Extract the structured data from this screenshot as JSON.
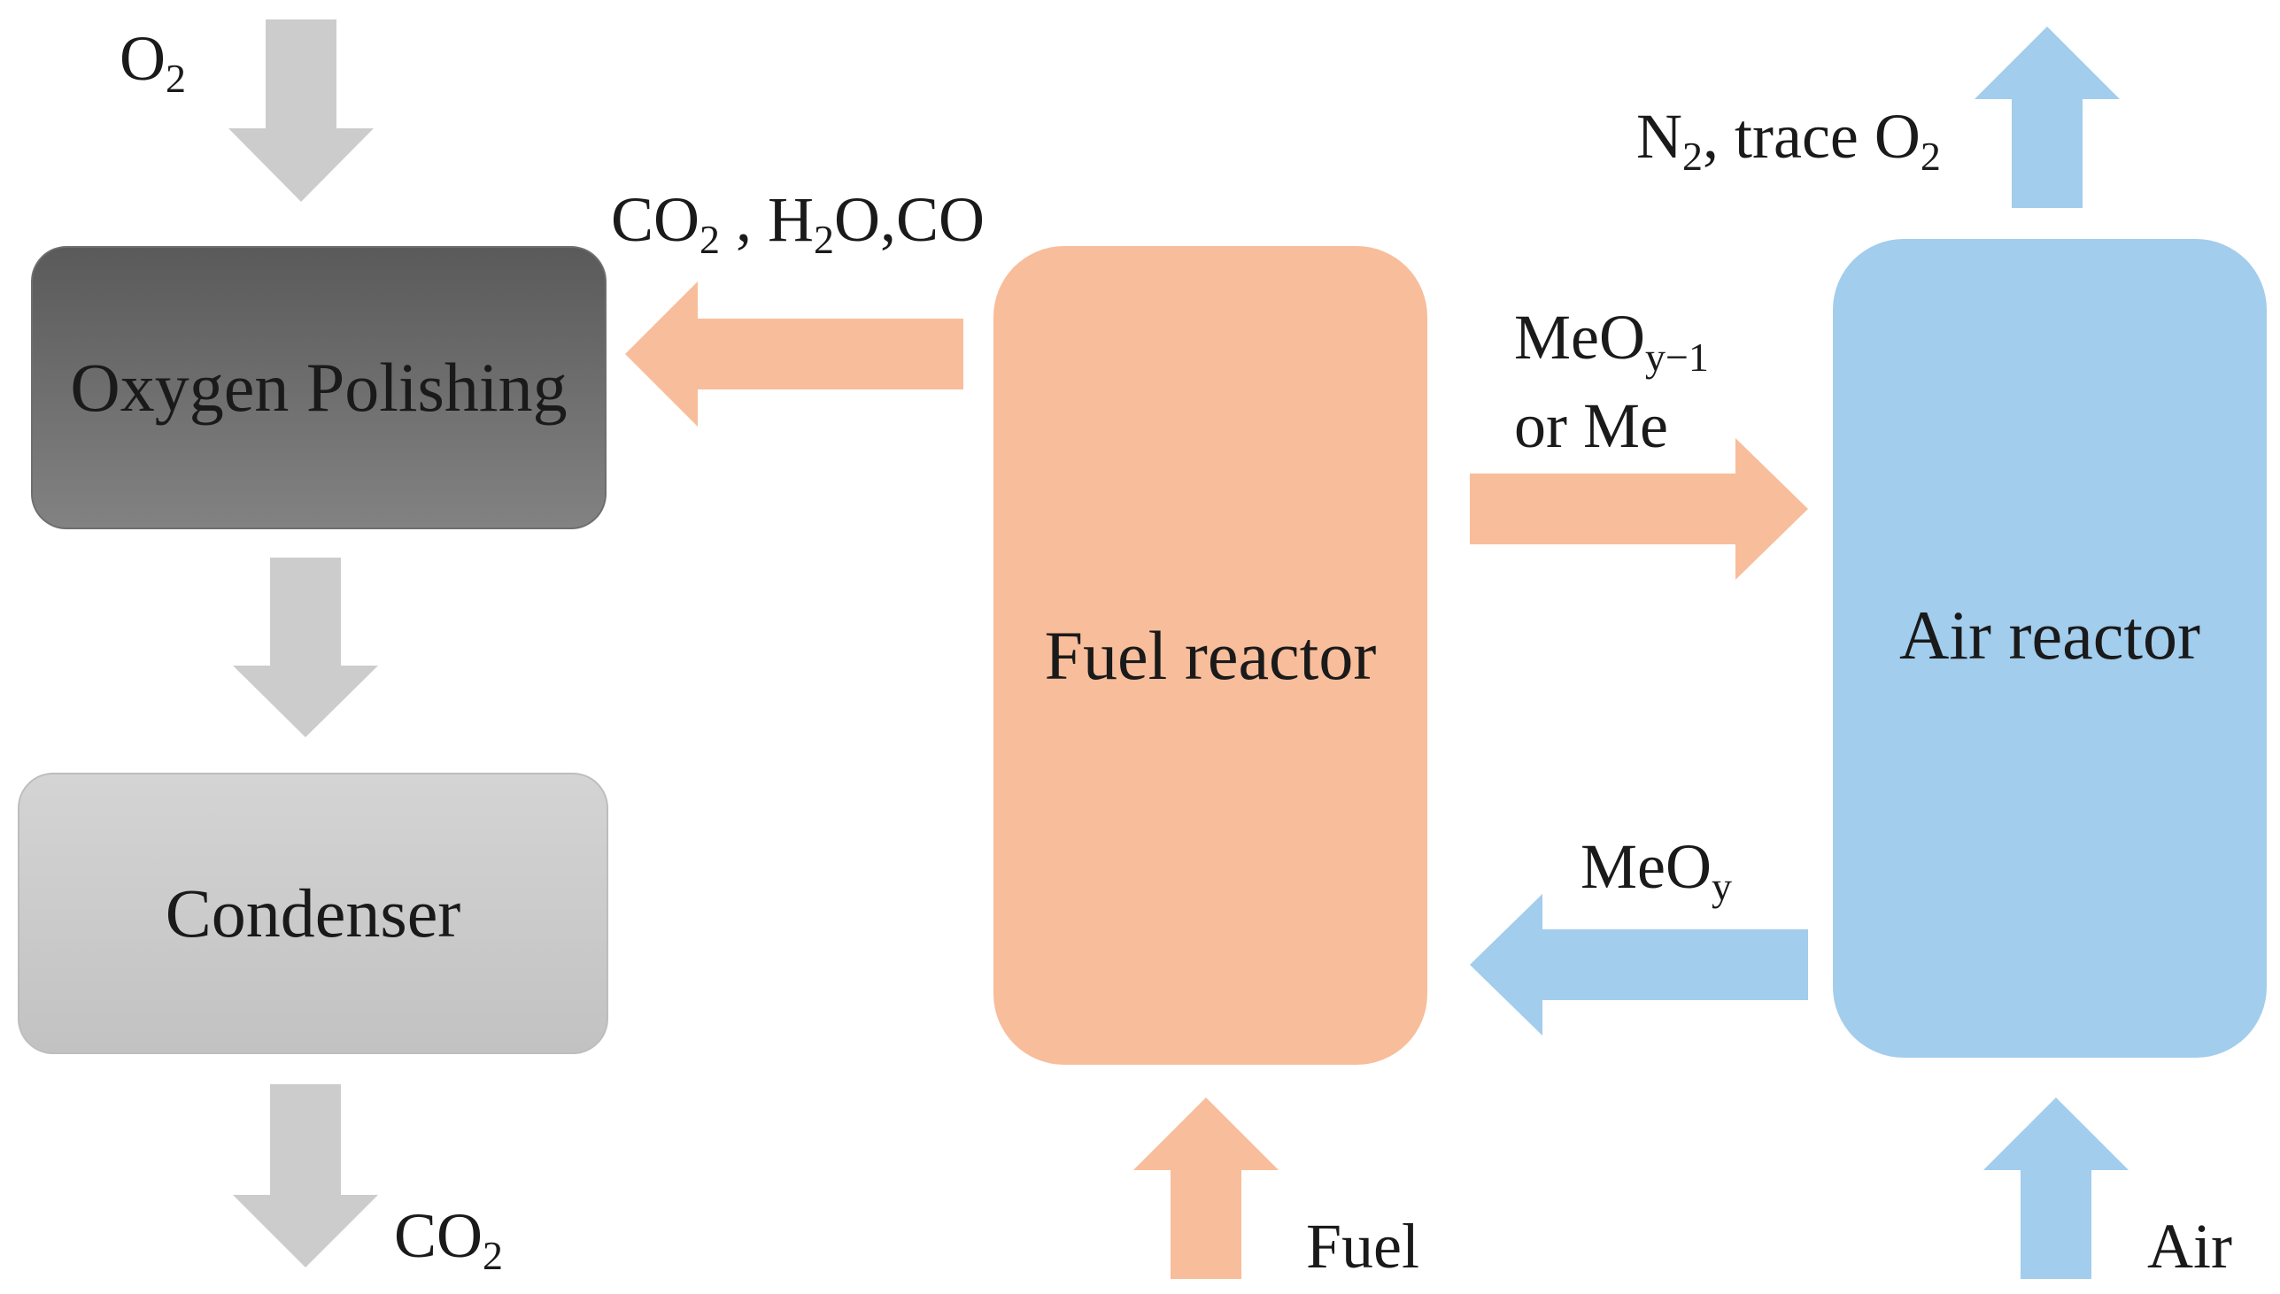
{
  "boxes": {
    "oxygen_polishing": "Oxygen Polishing",
    "condenser": "Condenser",
    "fuel_reactor": "Fuel reactor",
    "air_reactor": "Air reactor"
  },
  "labels": {
    "o2_in": {
      "base": "O",
      "sub": "2"
    },
    "co2_out": {
      "base": "CO",
      "sub": "2"
    },
    "fuel_gas": {
      "p1": "CO",
      "s1": "2",
      "p2": " , H",
      "s2": "2",
      "p3": "O,CO"
    },
    "n2_trace": {
      "p1": "N",
      "s1": "2",
      "p2": ", trace O",
      "s2": "2"
    },
    "reduced_carrier": {
      "line1_base": "MeO",
      "line1_sub": "y−1",
      "line2": "or Me"
    },
    "oxidized_carrier": {
      "base": "MeO",
      "sub": "y"
    },
    "fuel_in": "Fuel",
    "air_in": "Air"
  },
  "colors": {
    "gray_arrow": "#cccccc",
    "orange": "#f8bd9a",
    "blue": "#a2cdec",
    "oxygen_box": "#6e6e6e",
    "condenser_box": "#cbcbcb"
  }
}
